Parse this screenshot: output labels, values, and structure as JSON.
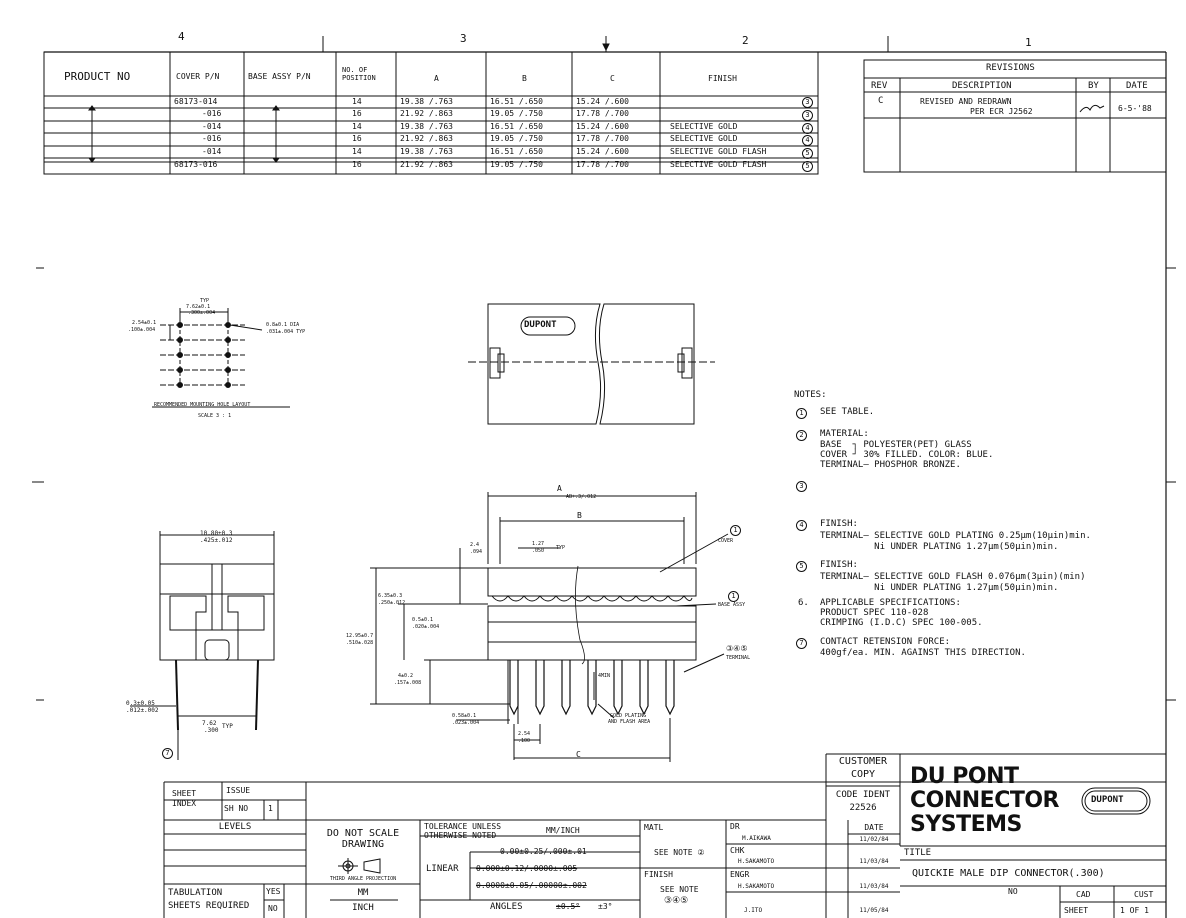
{
  "zones": [
    "4",
    "3",
    "2",
    "1"
  ],
  "product_table": {
    "headers": [
      "PRODUCT NO",
      "COVER P/N",
      "BASE ASSY P/N",
      "NO. OF POSITION",
      "A",
      "B",
      "C",
      "FINISH"
    ],
    "rows": [
      {
        "cover": "68173-014",
        "pos": "14",
        "a": "19.38 /.763",
        "b": "16.51 /.650",
        "c": "15.24 /.600",
        "finish": "",
        "mark": "3"
      },
      {
        "cover": "-016",
        "pos": "16",
        "a": "21.92 /.863",
        "b": "19.05 /.750",
        "c": "17.78 /.700",
        "finish": "",
        "mark": "3"
      },
      {
        "cover": "-014",
        "pos": "14",
        "a": "19.38 /.763",
        "b": "16.51 /.650",
        "c": "15.24 /.600",
        "finish": "SELECTIVE GOLD",
        "mark": "4"
      },
      {
        "cover": "-016",
        "pos": "16",
        "a": "21.92 /.863",
        "b": "19.05 /.750",
        "c": "17.78 /.700",
        "finish": "SELECTIVE GOLD",
        "mark": "4"
      },
      {
        "cover": "-014",
        "pos": "14",
        "a": "19.38 /.763",
        "b": "16.51 /.650",
        "c": "15.24 /.600",
        "finish": "SELECTIVE GOLD FLASH",
        "mark": "5"
      },
      {
        "cover": "68173-016",
        "pos": "16",
        "a": "21.92 /.863",
        "b": "19.05 /.750",
        "c": "17.78 /.700",
        "finish": "SELECTIVE GOLD FLASH",
        "mark": "5"
      }
    ]
  },
  "revisions": {
    "title": "REVISIONS",
    "headers": [
      "REV",
      "DESCRIPTION",
      "BY",
      "DATE"
    ],
    "rev": "C",
    "description_1": "REVISED AND REDRAWN",
    "description_2": "PER ECR J2562",
    "date": "6-5-'88"
  },
  "hole_layout": {
    "typ": "TYP",
    "dim_pitch": "2.54±0.1",
    "dim_pitch_in": ".100±.004",
    "dim_row": "7.62±0.1",
    "dim_row_in": ".300±.004",
    "dim_dia": "0.8±0.1 DIA",
    "dim_dia_in": ".031±.004 TYP",
    "label": "RECOMMENDED MOUNTING HOLE LAYOUT",
    "scale": "SCALE 3 : 1"
  },
  "top_view": {
    "logo": "DUPONT"
  },
  "end_view": {
    "dim_width": "10.80±0.3",
    "dim_width_in": ".425±.012",
    "dim_pin": "0.3±0.05",
    "dim_pin_in": ".012±.002",
    "dim_row": "7.62",
    "dim_row_in": ".300",
    "typ": "TYP",
    "mark": "7"
  },
  "side_view": {
    "a_label": "A",
    "b_label": "B",
    "c_label": "C",
    "dim_a": "AB+.3/.012",
    "dim_b": "",
    "dim_127": "1.27",
    "dim_127_in": ".050",
    "dim_24": "2.4",
    "dim_24_in": ".094",
    "dim_64": "6.35±0.3",
    "dim_64_in": ".250±.012",
    "dim_05": "0.5±0.1",
    "dim_05_in": ".020±.004",
    "dim_12": "12.95±0.7",
    "dim_12_in": ".510±.028",
    "dim_40": "4±0.2",
    "dim_40_in": ".157±.008",
    "dim_058": "0.58±0.1",
    "dim_058_in": ".023±.004",
    "dim_254": "2.54",
    "dim_254_in": ".100",
    "typ": "TYP",
    "min": "4MIN",
    "cover": "COVER",
    "base_assy": "BASE ASSY",
    "terminal": "TERMINAL",
    "gold_plating": "GOLD PLATING",
    "flash_area": "AND FLASH AREA",
    "terminal_marks": "③④⑤"
  },
  "notes": {
    "heading": "NOTES:",
    "n1": "SEE TABLE.",
    "n2_1": "MATERIAL:",
    "n2_2": "BASE  ┐ POLYESTER(PET) GLASS",
    "n2_3": "COVER ┘ 30% FILLED. COLOR: BLUE.",
    "n2_4": "TERMINAL— PHOSPHOR BRONZE.",
    "n4_1": "FINISH:",
    "n4_2": "TERMINAL— SELECTIVE GOLD PLATING 0.25μm(10μin)min.",
    "n4_3": "          Ni UNDER PLATING 1.27μm(50μin)min.",
    "n5_1": "FINISH:",
    "n5_2": "TERMINAL— SELECTIVE GOLD FLASH 0.076μm(3μin)(min)",
    "n5_3": "          Ni UNDER PLATING 1.27μm(50μin)min.",
    "n6_1": "APPLICABLE SPECIFICATIONS:",
    "n6_2": "PRODUCT SPEC 110-028",
    "n6_3": "CRIMPING (I.D.C) SPEC 100-005.",
    "n7_1": "CONTACT RETENSION FORCE:",
    "n7_2": "400gf/ea. MIN. AGAINST THIS DIRECTION."
  },
  "title_block": {
    "customer_copy_1": "CUSTOMER",
    "customer_copy_2": "COPY",
    "code_ident": "CODE IDENT",
    "code_ident_value": "22526",
    "company_1": "DU PONT",
    "company_2": "CONNECTOR",
    "company_3": "SYSTEMS",
    "logo": "DUPONT",
    "sheet_index_1": "SHEET",
    "sheet_index_2": "INDEX",
    "issue": "ISSUE",
    "sh_no": "SH NO",
    "sh_no_value": "1",
    "levels": "LEVELS",
    "do_not_scale_1": "DO NOT SCALE",
    "do_not_scale_2": "DRAWING",
    "third_angle": "THIRD ANGLE PROJECTION",
    "tolerance_1": "TOLERANCE UNLESS",
    "tolerance_2": "OTHERWISE NOTED",
    "mm_inch": "MM/INCH",
    "tol_a": "0.00±0.25/.000±.01",
    "linear": "LINEAR",
    "tol_b": "0.000±0.12/.0000±.005",
    "tol_c": "0.0000±0.05/.00000±.002",
    "angles": "ANGLES",
    "angles_strike": "±0.5°",
    "angles_value": "±3°",
    "matl": "MATL",
    "see_note_2": "SEE NOTE ②",
    "finish": "FINISH",
    "see_note": "SEE NOTE",
    "see_note_marks": "③④⑤",
    "dr": "DR",
    "dr_name": "M.AIKAWA",
    "chk": "CHK",
    "chk_name": "H.SAKAMOTO",
    "engr": "ENGR",
    "engr_name": "H.SAKAMOTO",
    "appr_name": "J.ITO",
    "date": "DATE",
    "date_1": "11/02/84",
    "date_2": "11/03/84",
    "date_3": "11/03/84",
    "date_4": "11/05/84",
    "title": "TITLE",
    "title_value": "QUICKIE MALE DIP  CONNECTOR(.300)",
    "no": "NO",
    "cad": "CAD",
    "cust": "CUST",
    "sheet": "SHEET",
    "sheet_value": "1 OF 1",
    "tabulation_1": "TABULATION",
    "tabulation_2": "SHEETS REQUIRED",
    "yes": "YES",
    "no_opt": "NO",
    "units_mm": "MM",
    "units_inch": "INCH"
  }
}
